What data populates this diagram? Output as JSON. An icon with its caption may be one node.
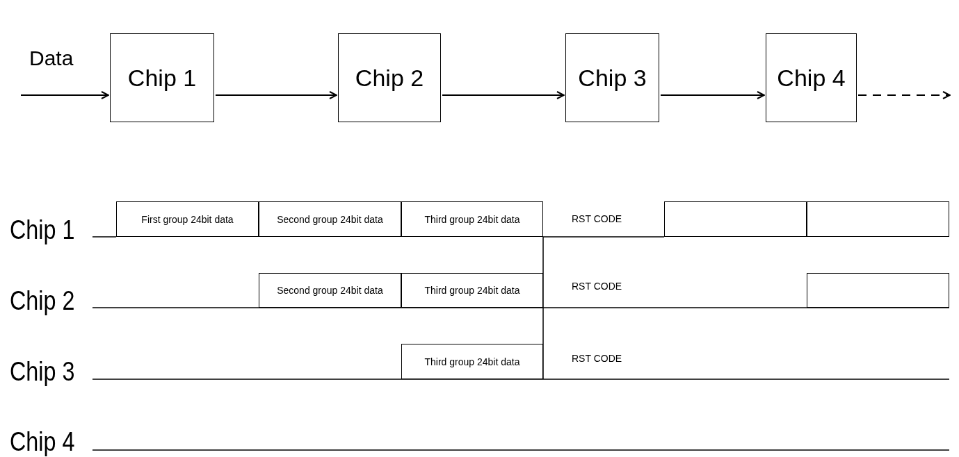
{
  "diagram": {
    "nodes": [
      {
        "text": [
          "Chip 1"
        ]
      },
      {
        "text": [
          "Chip 2"
        ]
      },
      {
        "text": [
          "Chip 3"
        ]
      },
      {
        "text": [
          "Chip 4"
        ]
      },
      {
        "text": [
          "First group 24bit data"
        ]
      },
      {
        "text": [
          "Second group 24bit data"
        ]
      },
      {
        "text": [
          "Third group 24bit data"
        ]
      },
      {
        "text": [],
        "shape": "box"
      },
      {
        "text": [],
        "shape": "box"
      },
      {
        "text": [
          "Second group 24bit data"
        ]
      },
      {
        "text": [
          "Third group 24bit data"
        ]
      },
      {
        "text": [],
        "shape": "box"
      },
      {
        "text": [
          "Third group 24bit data"
        ]
      }
    ],
    "edges": [
      {
        "from": null,
        "to": 0,
        "arrow": "to",
        "label": "Data"
      },
      {
        "from": 0,
        "to": 1,
        "arrow": "to"
      },
      {
        "from": 1,
        "to": 2,
        "arrow": "to"
      },
      {
        "from": 2,
        "to": 3,
        "arrow": "to"
      },
      {
        "from": 3,
        "to": null,
        "arrow": "to",
        "style": "dashed"
      }
    ],
    "labels": [
      "Chip 1",
      "RST CODE",
      "Chip 2",
      "RST CODE",
      "Chip 3",
      "RST CODE",
      "Chip 4"
    ]
  }
}
